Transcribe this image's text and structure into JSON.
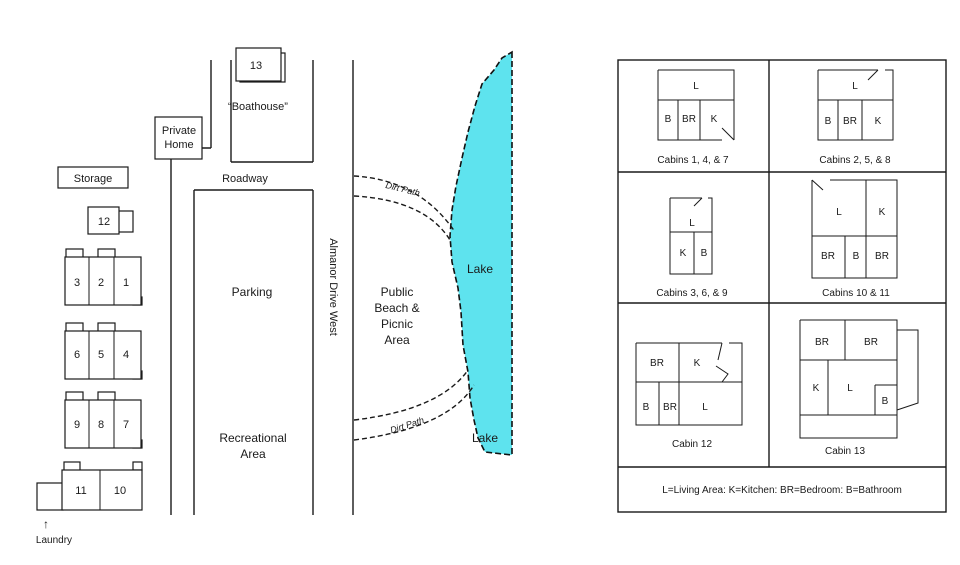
{
  "site_map": {
    "labels": {
      "storage": "Storage",
      "private_home_line1": "Private",
      "private_home_line2": "Home",
      "boathouse": "“Boathouse”",
      "roadway": "Roadway",
      "parking": "Parking",
      "recreational_line1": "Recreational",
      "recreational_line2": "Area",
      "road_name": "Almanor Drive West",
      "dirt_path_top": "Dirt Path",
      "dirt_path_bottom": "Dirt Path",
      "beach_line1": "Public",
      "beach_line2": "Beach &",
      "beach_line3": "Picnic",
      "beach_line4": "Area",
      "lake": "Lake",
      "laundry": "Laundry",
      "laundry_arrow": "↑"
    },
    "cabins": {
      "c1": "1",
      "c2": "2",
      "c3": "3",
      "c4": "4",
      "c5": "5",
      "c6": "6",
      "c7": "7",
      "c8": "8",
      "c9": "9",
      "c10": "10",
      "c11": "11",
      "c12": "12",
      "c13": "13"
    },
    "colors": {
      "lake": "#5ee3ee",
      "lines": "#1a1a1a"
    }
  },
  "floor_plans": {
    "rooms": {
      "L": "L",
      "K": "K",
      "BR": "BR",
      "B": "B"
    },
    "captions": {
      "p1": "Cabins 1, 4, & 7",
      "p2": "Cabins 2, 5, & 8",
      "p3": "Cabins 3, 6, & 9",
      "p4": "Cabins 10 & 11",
      "p5": "Cabin 12",
      "p6": "Cabin 13"
    },
    "legend": "L=Living Area:  K=Kitchen:  BR=Bedroom: B=Bathroom"
  }
}
